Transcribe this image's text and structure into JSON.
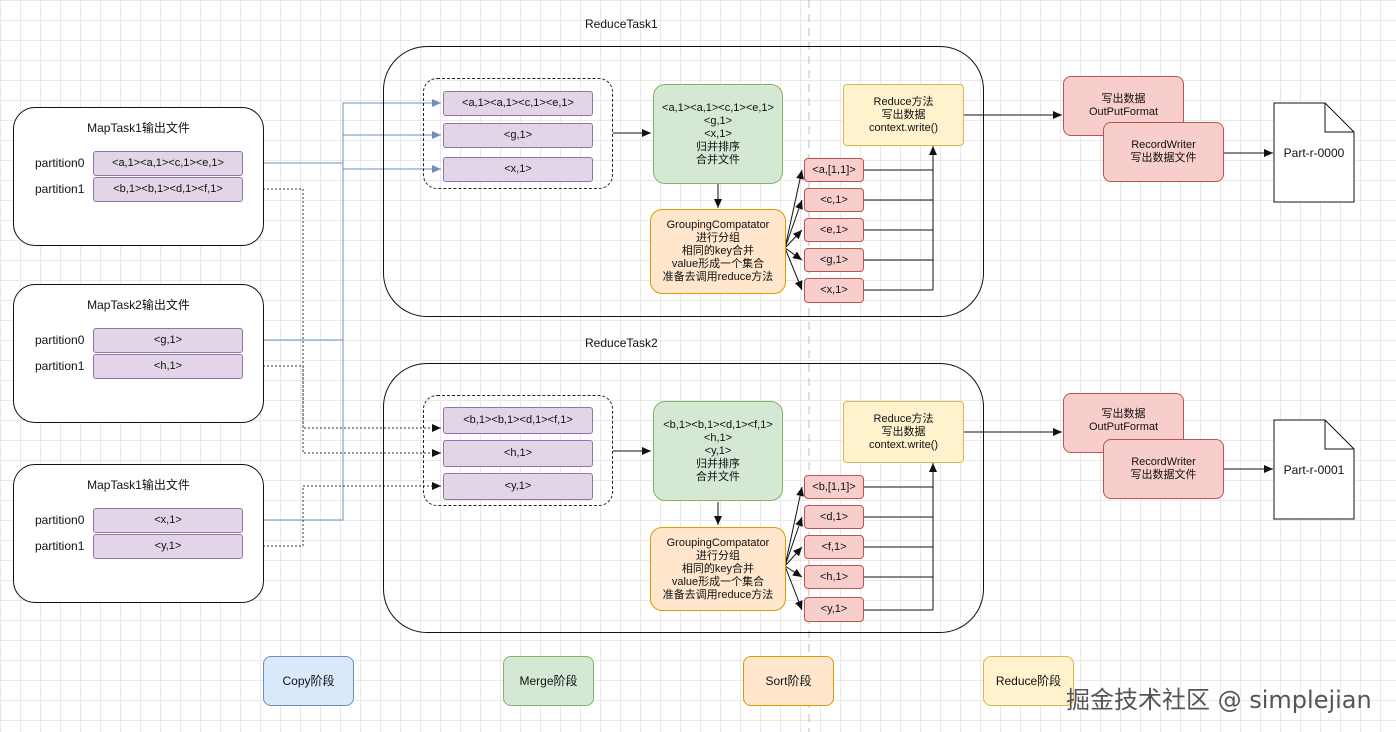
{
  "reduce_tasks": [
    {
      "title": "ReduceTask1",
      "inputs": [
        "<a,1><a,1><c,1><e,1>",
        "<g,1>",
        "<x,1>"
      ],
      "merge": "<a,1><a,1><c,1><e,1>\n<g,1>\n<x,1>\n归并排序\n合并文件",
      "grouping": "GroupingCompatator\n进行分组\n相同的key合并\nvalue形成一个集合\n准备去调用reduce方法",
      "groups": [
        "<a,[1,1]>",
        "<c,1>",
        "<e,1>",
        "<g,1>",
        "<x,1>"
      ],
      "reduce": "Reduce方法\n写出数据\ncontext.write()"
    },
    {
      "title": "ReduceTask2",
      "inputs": [
        "<b,1><b,1><d,1><f,1>",
        "<h,1>",
        "<y,1>"
      ],
      "merge": "<b,1><b,1><d,1><f,1>\n<h,1>\n<y,1>\n归并排序\n合并文件",
      "grouping": "GroupingCompatator\n进行分组\n相同的key合并\nvalue形成一个集合\n准备去调用reduce方法",
      "groups": [
        "<b,[1,1]>",
        "<d,1>",
        "<f,1>",
        "<h,1>",
        "<y,1>"
      ],
      "reduce": "Reduce方法\n写出数据\ncontext.write()"
    }
  ],
  "map_tasks": [
    {
      "title": "MapTask1输出文件",
      "partitions": [
        {
          "label": "partition0",
          "value": "<a,1><a,1><c,1><e,1>"
        },
        {
          "label": "partition1",
          "value": "<b,1><b,1><d,1><f,1>"
        }
      ]
    },
    {
      "title": "MapTask2输出文件",
      "partitions": [
        {
          "label": "partition0",
          "value": "<g,1>"
        },
        {
          "label": "partition1",
          "value": "<h,1>"
        }
      ]
    },
    {
      "title": "MapTask1输出文件",
      "partitions": [
        {
          "label": "partition0",
          "value": "<x,1>"
        },
        {
          "label": "partition1",
          "value": "<y,1>"
        }
      ]
    }
  ],
  "outputs": [
    {
      "output_format": "写出数据\nOutPutFormat",
      "record_writer": "RecordWriter\n写出数据文件",
      "file": "Part-r-0000"
    },
    {
      "output_format": "写出数据\nOutPutFormat",
      "record_writer": "RecordWriter\n写出数据文件",
      "file": "Part-r-0001"
    }
  ],
  "stages": [
    "Copy阶段",
    "Merge阶段",
    "Sort阶段",
    "Reduce阶段"
  ],
  "watermark": "掘金技术社区 @ simplejian",
  "colors": {
    "copy_stage": "#dae8fc",
    "merge": "#d5e8d4",
    "sort": "#ffe6cc",
    "reduce": "#fff2cc",
    "record": "#f8cecc",
    "data": "#e1d5e7",
    "copy_line": "#6c8ebf"
  }
}
